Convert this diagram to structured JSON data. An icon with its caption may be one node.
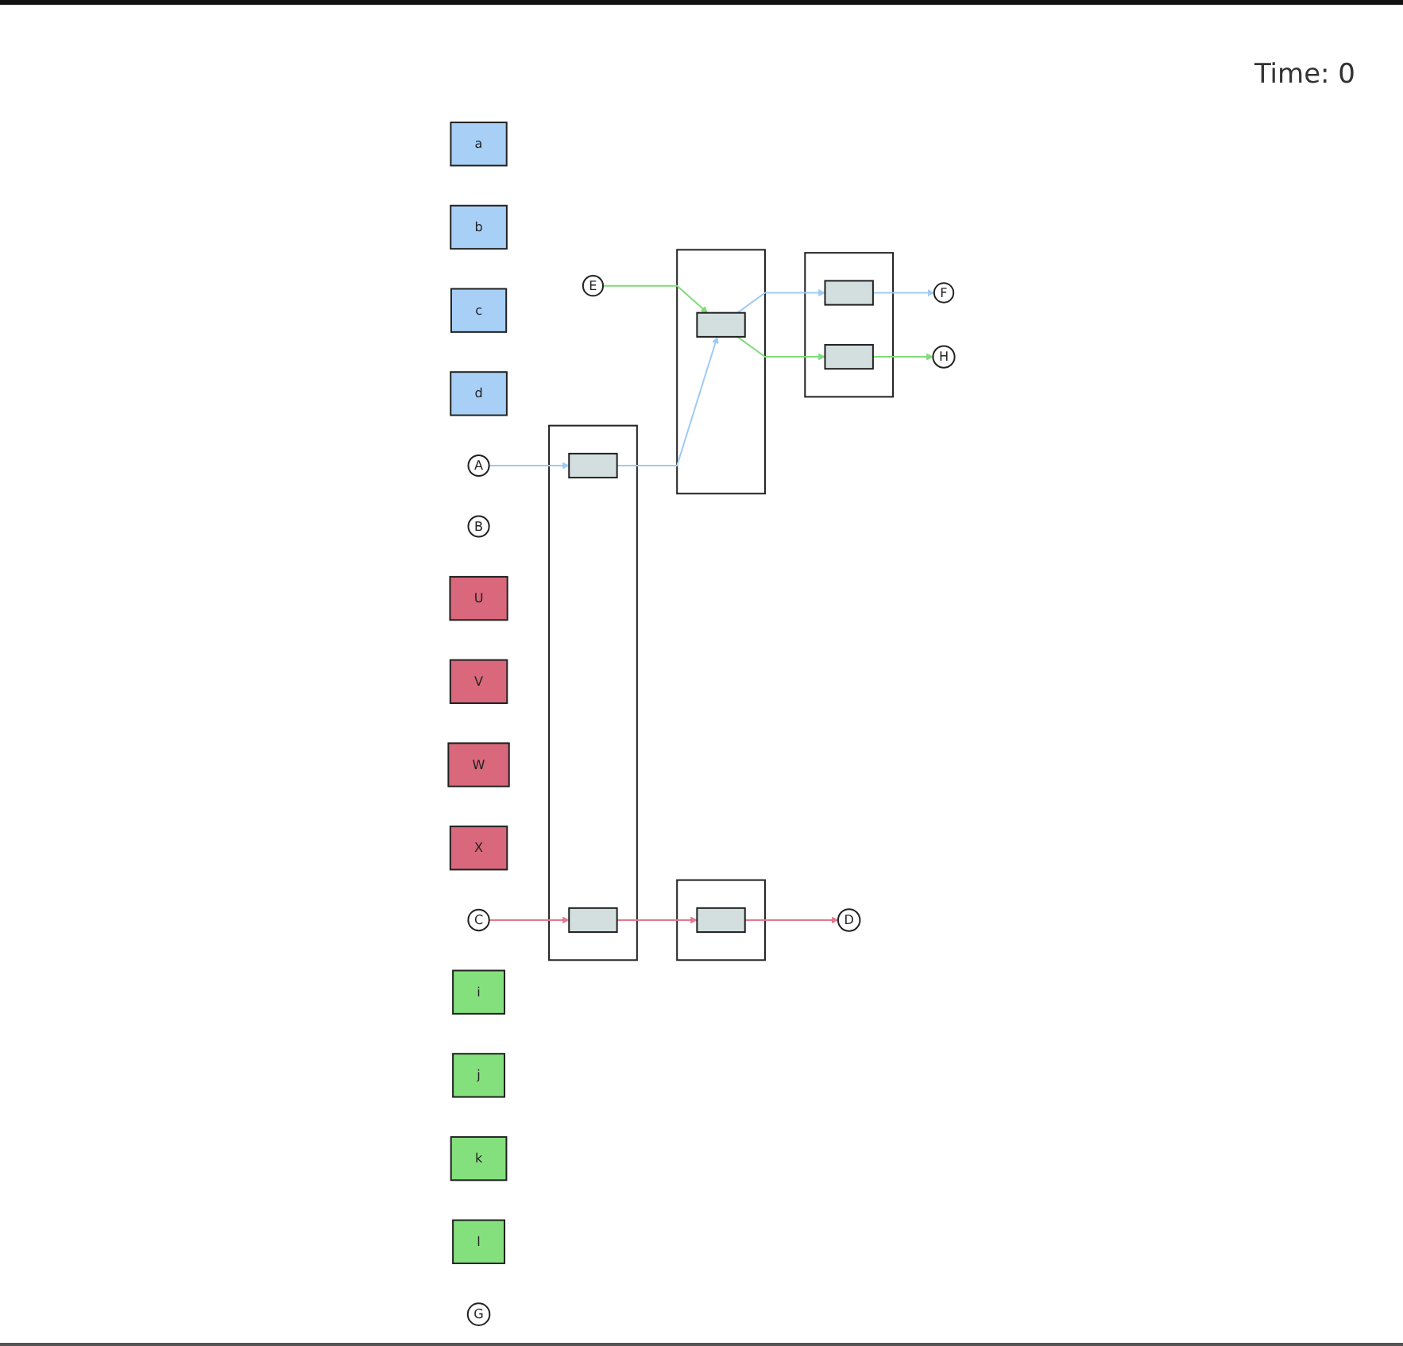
{
  "diagram": {
    "nodes": [
      {
        "text": [
          "a"
        ]
      },
      {
        "text": [
          "b"
        ]
      },
      {
        "text": [
          "c"
        ]
      },
      {
        "text": [
          "d"
        ]
      },
      {
        "text": [
          "A"
        ]
      },
      {
        "text": [
          "B"
        ]
      },
      {
        "text": [
          "U"
        ]
      },
      {
        "text": [
          "V"
        ]
      },
      {
        "text": [
          "W"
        ]
      },
      {
        "text": [
          "X"
        ]
      },
      {
        "text": [],
        "shape": "box"
      },
      {
        "text": [],
        "shape": "box",
        "in": 10
      },
      {
        "text": [],
        "shape": "box",
        "in": 10
      },
      {
        "text": [],
        "shape": "box"
      },
      {
        "text": [],
        "shape": "box",
        "in": 13
      },
      {
        "text": [
          "C"
        ]
      },
      {
        "text": [
          "D"
        ]
      },
      {
        "text": [
          "i"
        ]
      },
      {
        "text": [
          "j"
        ]
      },
      {
        "text": [
          "k"
        ]
      },
      {
        "text": [
          "l"
        ]
      },
      {
        "text": [],
        "shape": "box"
      },
      {
        "text": [],
        "shape": "box",
        "in": 21
      },
      {
        "text": [],
        "shape": "box"
      },
      {
        "text": [],
        "shape": "box",
        "in": 23
      },
      {
        "text": [],
        "shape": "box",
        "in": 23
      },
      {
        "text": [
          "E"
        ]
      },
      {
        "text": [
          "F"
        ]
      },
      {
        "text": [
          "G"
        ]
      },
      {
        "text": [
          "H"
        ]
      }
    ],
    "edges": [
      {
        "from": 4,
        "to": 11,
        "arrow": "to",
        "color": "#9ecbf5"
      },
      {
        "from": 11,
        "to": 22,
        "arrow": "to",
        "color": "#9ecbf5"
      },
      {
        "from": 22,
        "to": 24,
        "arrow": "to",
        "color": "#9ecbf5"
      },
      {
        "from": 24,
        "to": 27,
        "arrow": "to",
        "color": "#9ecbf5"
      },
      {
        "from": 15,
        "to": 12,
        "arrow": "to",
        "color": "#e07a8c"
      },
      {
        "from": 12,
        "to": 14,
        "arrow": "to",
        "color": "#e07a8c"
      },
      {
        "from": 14,
        "to": 16,
        "arrow": "to",
        "color": "#e07a8c"
      },
      {
        "from": 26,
        "to": 22,
        "arrow": "to",
        "color": "#7fdc7a"
      },
      {
        "from": 22,
        "to": 25,
        "arrow": "to",
        "color": "#7fdc7a"
      },
      {
        "from": 25,
        "to": 29,
        "arrow": "to",
        "color": "#7fdc7a"
      }
    ],
    "labels": [
      "Time: 0"
    ]
  }
}
